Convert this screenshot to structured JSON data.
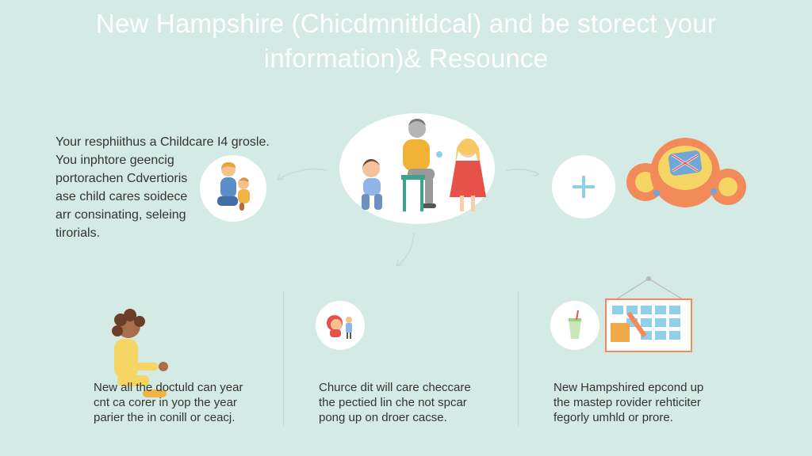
{
  "header": {
    "title_line1": "New Hampshire (Chicdmnitldcal) and be storect your",
    "title_line2": "information)& Resounce"
  },
  "intro": {
    "lines": [
      "Your resphiithus a Childcare I4 grosle.",
      "You inphtore geencig",
      "portorachen Cdvertioris",
      "ase child cares soidece",
      "arr consinating, seleing",
      "tirorials."
    ]
  },
  "steps": [
    {
      "lines": [
        "New all the doctuld can year",
        "cnt ca corer in yop the year",
        "parier the in conill or ceacj."
      ]
    },
    {
      "lines": [
        "Churce dit will care checcare",
        "the pectied lin che not spcar",
        "pong up on droer cacse."
      ]
    },
    {
      "lines": [
        "New Hampshired epcond up",
        "the mastep rovider rehticiter",
        "fegorly umhld or prore."
      ]
    }
  ],
  "colors": {
    "background": "#d4ebe5",
    "title": "#ffffff",
    "accent_blue": "#8fd0e8",
    "orange": "#f28a5a",
    "yellow": "#f6d564",
    "red": "#e8504a"
  },
  "icons": [
    "parent-child-icon",
    "family-scene-icon",
    "plus-icon",
    "globe-flag-icon",
    "child-sitting-icon",
    "caregiver-icon",
    "drink-cup-icon",
    "calendar-icon"
  ]
}
